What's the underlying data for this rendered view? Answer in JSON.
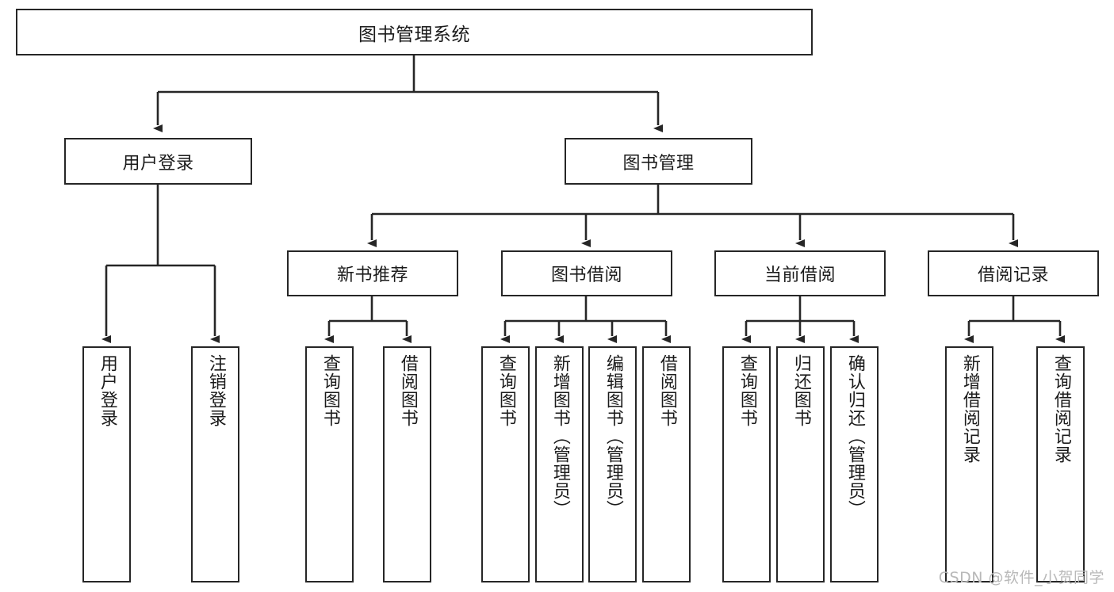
{
  "diagram": {
    "type": "tree-hierarchy-chart",
    "title": "图书管理系统",
    "watermark": "CSDN @软件_小贺同学",
    "colors": {
      "stroke": "#262626",
      "fill": "#ffffff",
      "text": "#1b1b1b",
      "watermark": "#b9b9b9"
    }
  },
  "nodes": {
    "root": {
      "label": "图书管理系统"
    },
    "level1": [
      {
        "id": "user-login",
        "label": "用户登录"
      },
      {
        "id": "book-management",
        "label": "图书管理"
      }
    ],
    "level2": [
      {
        "id": "new-book-recommend",
        "label": "新书推荐"
      },
      {
        "id": "book-borrow",
        "label": "图书借阅"
      },
      {
        "id": "current-borrow",
        "label": "当前借阅"
      },
      {
        "id": "borrow-record",
        "label": "借阅记录"
      }
    ],
    "leaves": {
      "user-login": [
        {
          "id": "leaf-user-login",
          "label": "用户登录"
        },
        {
          "id": "leaf-logout-login",
          "label": "注销登录"
        }
      ],
      "new-book-recommend": [
        {
          "id": "leaf-query-book-1",
          "label": "查询图书"
        },
        {
          "id": "leaf-borrow-book-1",
          "label": "借阅图书"
        }
      ],
      "book-borrow": [
        {
          "id": "leaf-query-book-2",
          "label": "查询图书"
        },
        {
          "id": "leaf-add-book",
          "label": "新增图书（管理员）"
        },
        {
          "id": "leaf-edit-book",
          "label": "编辑图书（管理员）"
        },
        {
          "id": "leaf-borrow-book-2",
          "label": "借阅图书"
        }
      ],
      "current-borrow": [
        {
          "id": "leaf-query-book-3",
          "label": "查询图书"
        },
        {
          "id": "leaf-return-book",
          "label": "归还图书"
        },
        {
          "id": "leaf-confirm-return",
          "label": "确认归还（管理员）"
        }
      ],
      "borrow-record": [
        {
          "id": "leaf-add-record",
          "label": "新增借阅记录"
        },
        {
          "id": "leaf-query-record",
          "label": "查询借阅记录"
        }
      ]
    }
  }
}
